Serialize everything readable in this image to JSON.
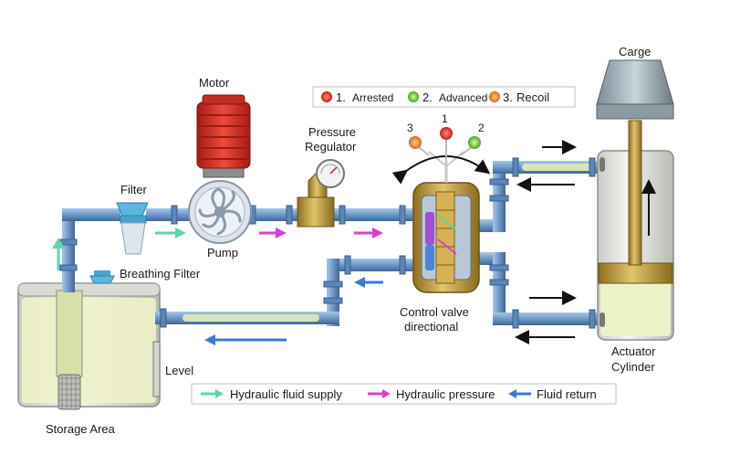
{
  "labels": {
    "motor": "Motor",
    "filter": "Filter",
    "pump": "Pump",
    "breathing_filter": "Breathing Filter",
    "pressure_regulator_line1": "Pressure",
    "pressure_regulator_line2": "Regulator",
    "control_valve_line1": "Control valve",
    "control_valve_line2": "directional",
    "carge": "Carge",
    "actuator_line1": "Actuator",
    "actuator_line2": "Cylinder",
    "level": "Level",
    "storage_area": "Storage Area"
  },
  "states_legend": [
    {
      "number": "1.",
      "label": "Arrested",
      "color": "#e0302a"
    },
    {
      "number": "2.",
      "label": "Advanced",
      "color": "#7bd13f"
    },
    {
      "number": "3.",
      "label": "Recoil",
      "color": "#f08a24"
    }
  ],
  "lever_numbers": [
    "3",
    "1",
    "2"
  ],
  "flow_legend": [
    {
      "label": "Hydraulic fluid supply",
      "color": "#5fd6a8"
    },
    {
      "label": "Hydraulic pressure",
      "color": "#d93fc8"
    },
    {
      "label": "Fluid return",
      "color": "#3a78d8"
    }
  ],
  "colors": {
    "pipe": "#6f98c8",
    "pipe_dark": "#3f6896",
    "fluid": "#e6ecb4",
    "brass": "#c8a548",
    "motor_red": "#d8342a",
    "tank_fluid": "#eef2c8"
  }
}
